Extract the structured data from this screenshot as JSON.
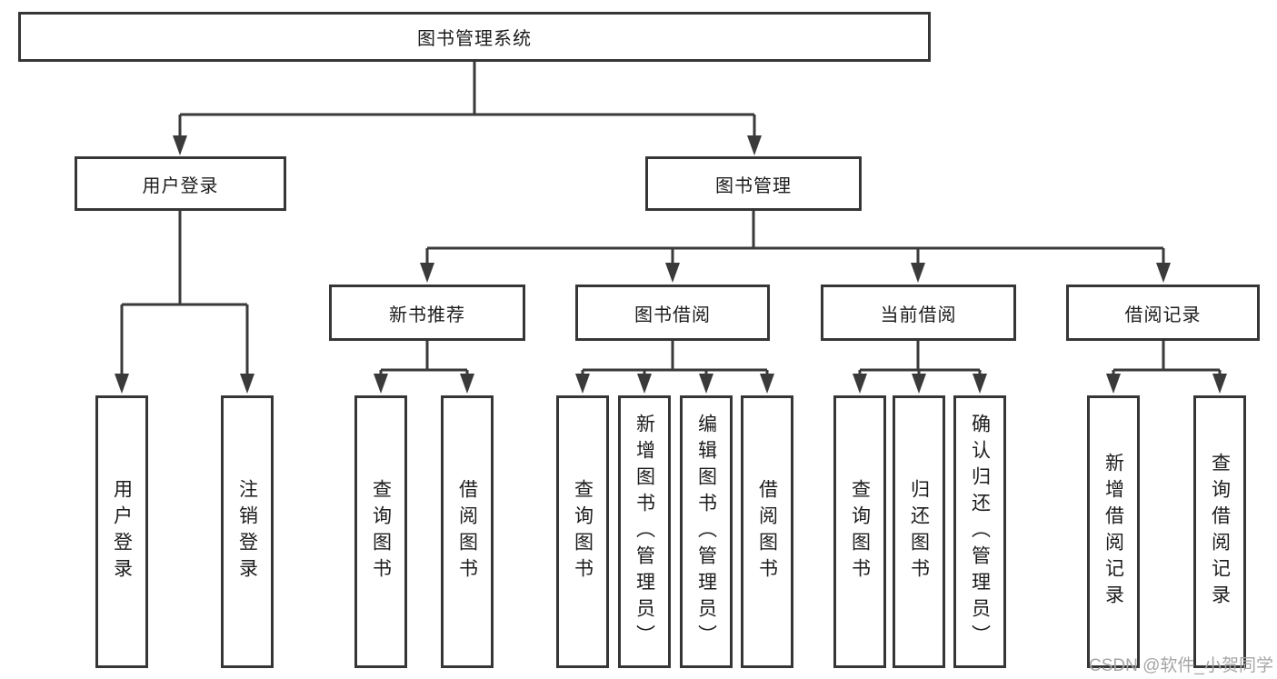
{
  "diagram": {
    "root": "图书管理系统",
    "user_login": {
      "label": "用户登录",
      "children": [
        "用户登录",
        "注销登录"
      ]
    },
    "book_mgmt": {
      "label": "图书管理",
      "sections": [
        {
          "label": "新书推荐",
          "children": [
            "查询图书",
            "借阅图书"
          ]
        },
        {
          "label": "图书借阅",
          "children": [
            "查询图书",
            "新增图书（管理员）",
            "编辑图书（管理员）",
            "借阅图书"
          ]
        },
        {
          "label": "当前借阅",
          "children": [
            "查询图书",
            "归还图书",
            "确认归还（管理员）"
          ]
        },
        {
          "label": "借阅记录",
          "children": [
            "新增借阅记录",
            "查询借阅记录"
          ]
        }
      ]
    },
    "colors": {
      "line": "#3a3a3a",
      "border": "#363636",
      "text": "#1c1c1c",
      "watermark": "#a6a6a6"
    }
  },
  "watermark": {
    "text": "CSDN @软件_小贺同学"
  }
}
